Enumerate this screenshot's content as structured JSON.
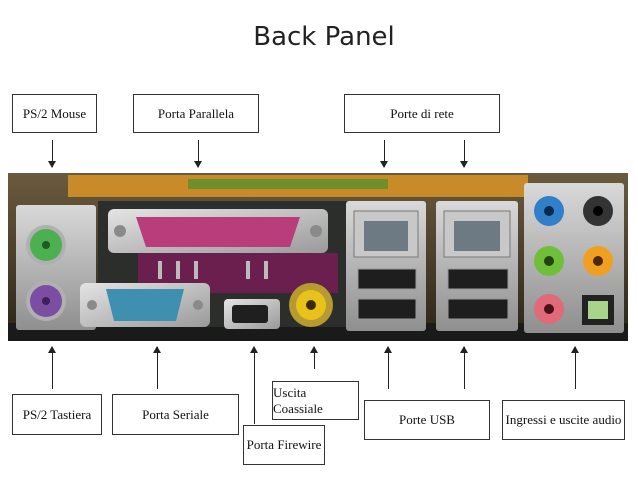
{
  "title": "Back Panel",
  "labels_top": {
    "ps2_mouse": "PS/2 Mouse",
    "parallel_port": "Porta Parallela",
    "network_ports": "Porte di rete"
  },
  "labels_bottom": {
    "ps2_keyboard": "PS/2 Tastiera",
    "serial_port": "Porta Seriale",
    "firewire_port": "Porta Firewire",
    "coaxial_out": "Uscita Coassiale",
    "usb_ports": "Porte USB",
    "audio_io": "Ingressi e uscite audio"
  },
  "colors": {
    "ps2_mouse": "#4caf50",
    "ps2_keyboard": "#7b4ea3",
    "parallel": "#b83d7a",
    "serial": "#3f8fb0",
    "coax": "#e8c21a",
    "audio_blue": "#2f7fc9",
    "audio_green": "#6fbf3a",
    "audio_orange": "#f0a020",
    "audio_pink": "#e06a7a",
    "audio_black": "#333333",
    "optical_green": "#a8d58a"
  }
}
